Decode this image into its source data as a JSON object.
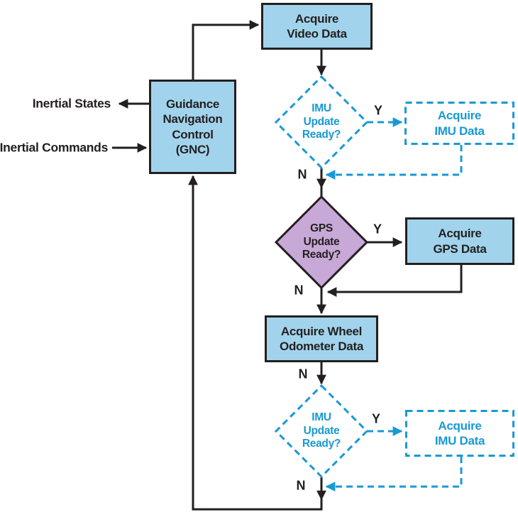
{
  "colors": {
    "line": "#231F20",
    "process_fill": "#A1D4EC",
    "decision_fill": "#C7A8D6",
    "accent": "#1899D4",
    "background": "#FFFFFF"
  },
  "external_labels": {
    "inertial_states": "Inertial States",
    "inertial_commands": "Inertial Commands"
  },
  "nodes": {
    "acquire_video": {
      "label": "Acquire\nVideo Data",
      "type": "process",
      "style": "solid-blue"
    },
    "gnc": {
      "label": "Guidance\nNavigation\nControl\n(GNC)",
      "type": "process",
      "style": "solid-blue"
    },
    "imu_update_ready_1": {
      "label": "IMU\nUpdate\nReady?",
      "type": "decision",
      "style": "dashed-cyan"
    },
    "acquire_imu_1": {
      "label": "Acquire\nIMU Data",
      "type": "process",
      "style": "dashed-cyan"
    },
    "gps_update_ready": {
      "label": "GPS\nUpdate\nReady?",
      "type": "decision",
      "style": "solid-purple"
    },
    "acquire_gps": {
      "label": "Acquire\nGPS Data",
      "type": "process",
      "style": "solid-blue"
    },
    "acquire_wheel_odometer": {
      "label": "Acquire Wheel\nOdometer Data",
      "type": "process",
      "style": "solid-blue"
    },
    "imu_update_ready_2": {
      "label": "IMU\nUpdate\nReady?",
      "type": "decision",
      "style": "dashed-cyan"
    },
    "acquire_imu_2": {
      "label": "Acquire\nIMU Data",
      "type": "process",
      "style": "dashed-cyan"
    }
  },
  "edge_labels": {
    "y1": "Y",
    "n1": "N",
    "y2": "Y",
    "n2": "N",
    "n3": "N",
    "y3": "Y",
    "n4": "N"
  }
}
